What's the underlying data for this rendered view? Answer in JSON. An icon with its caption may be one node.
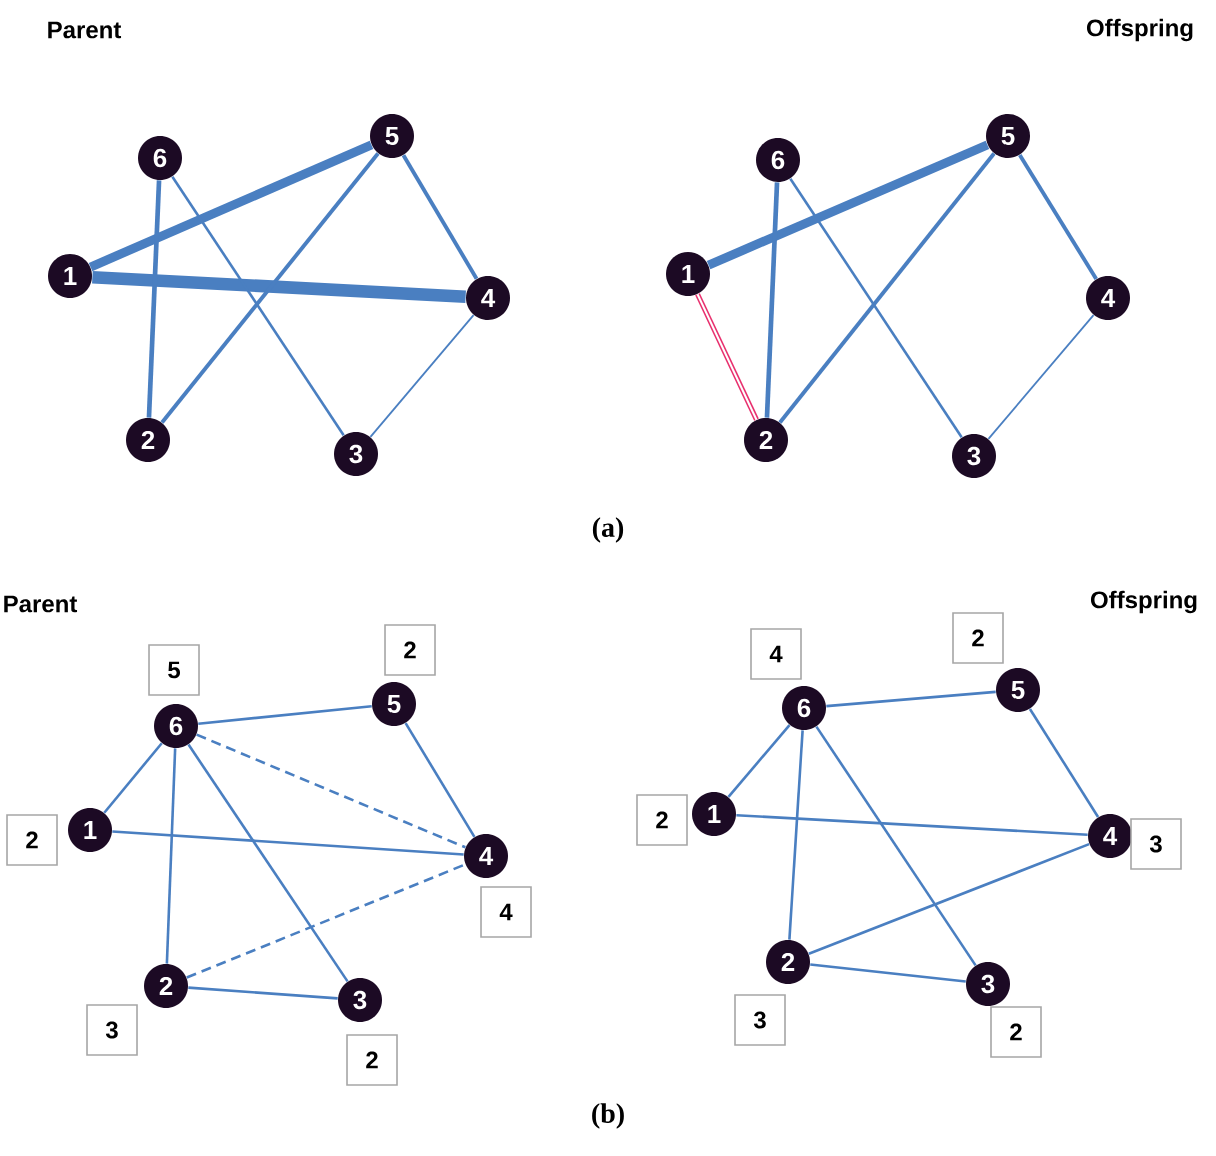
{
  "diagram": {
    "nodes": [
      {
        "text": [
          "1"
        ]
      },
      {
        "text": [
          "2"
        ]
      },
      {
        "text": [
          "3"
        ]
      },
      {
        "text": [
          "4"
        ]
      },
      {
        "text": [
          "5"
        ]
      },
      {
        "text": [
          "6"
        ]
      },
      {
        "text": [
          "1"
        ]
      },
      {
        "text": [
          "2"
        ]
      },
      {
        "text": [
          "3"
        ]
      },
      {
        "text": [
          "4"
        ]
      },
      {
        "text": [
          "5"
        ]
      },
      {
        "text": [
          "6"
        ]
      },
      {
        "text": [
          "1"
        ],
        "beside": [
          "2"
        ]
      },
      {
        "text": [
          "2"
        ],
        "beside": [
          "3"
        ]
      },
      {
        "text": [
          "3"
        ],
        "beside": [
          "2"
        ]
      },
      {
        "text": [
          "4"
        ],
        "beside": [
          "4"
        ]
      },
      {
        "text": [
          "5"
        ],
        "beside": [
          "2"
        ]
      },
      {
        "text": [
          "6"
        ],
        "beside": [
          "5"
        ]
      },
      {
        "text": [
          "1"
        ],
        "beside": [
          "2"
        ]
      },
      {
        "text": [
          "2"
        ],
        "beside": [
          "3"
        ]
      },
      {
        "text": [
          "3"
        ],
        "beside": [
          "2"
        ]
      },
      {
        "text": [
          "4"
        ],
        "beside": [
          "3"
        ]
      },
      {
        "text": [
          "5"
        ],
        "beside": [
          "2"
        ]
      },
      {
        "text": [
          "6"
        ],
        "beside": [
          "4"
        ]
      }
    ],
    "edges": [
      {
        "from": 0,
        "to": 4,
        "arrow": "none",
        "style": "thick"
      },
      {
        "from": 0,
        "to": 3,
        "arrow": "none",
        "style": "thick"
      },
      {
        "from": 5,
        "to": 1,
        "arrow": "none"
      },
      {
        "from": 4,
        "to": 1,
        "arrow": "none"
      },
      {
        "from": 5,
        "to": 2,
        "arrow": "none"
      },
      {
        "from": 4,
        "to": 3,
        "arrow": "none"
      },
      {
        "from": 3,
        "to": 2,
        "arrow": "none"
      },
      {
        "from": 6,
        "to": 10,
        "arrow": "none",
        "style": "thick"
      },
      {
        "from": 6,
        "to": 7,
        "arrow": "none",
        "color": "#e8306e"
      },
      {
        "from": 11,
        "to": 7,
        "arrow": "none"
      },
      {
        "from": 10,
        "to": 7,
        "arrow": "none"
      },
      {
        "from": 11,
        "to": 8,
        "arrow": "none"
      },
      {
        "from": 10,
        "to": 9,
        "arrow": "none"
      },
      {
        "from": 9,
        "to": 8,
        "arrow": "none"
      },
      {
        "from": 17,
        "to": 16,
        "arrow": "none"
      },
      {
        "from": 17,
        "to": 12,
        "arrow": "none"
      },
      {
        "from": 17,
        "to": 13,
        "arrow": "none"
      },
      {
        "from": 17,
        "to": 14,
        "arrow": "none"
      },
      {
        "from": 17,
        "to": 15,
        "arrow": "none",
        "style": "dashed"
      },
      {
        "from": 12,
        "to": 15,
        "arrow": "none"
      },
      {
        "from": 16,
        "to": 15,
        "arrow": "none"
      },
      {
        "from": 13,
        "to": 14,
        "arrow": "none"
      },
      {
        "from": 13,
        "to": 15,
        "arrow": "none",
        "style": "dashed"
      },
      {
        "from": 23,
        "to": 22,
        "arrow": "none"
      },
      {
        "from": 23,
        "to": 18,
        "arrow": "none"
      },
      {
        "from": 23,
        "to": 19,
        "arrow": "none"
      },
      {
        "from": 23,
        "to": 20,
        "arrow": "none"
      },
      {
        "from": 18,
        "to": 21,
        "arrow": "none"
      },
      {
        "from": 22,
        "to": 21,
        "arrow": "none"
      },
      {
        "from": 19,
        "to": 20,
        "arrow": "none"
      },
      {
        "from": 19,
        "to": 21,
        "arrow": "none"
      }
    ],
    "labels": [
      "Parent",
      "Offspring",
      "(a)",
      "Parent",
      "Offspring",
      "(b)"
    ]
  }
}
